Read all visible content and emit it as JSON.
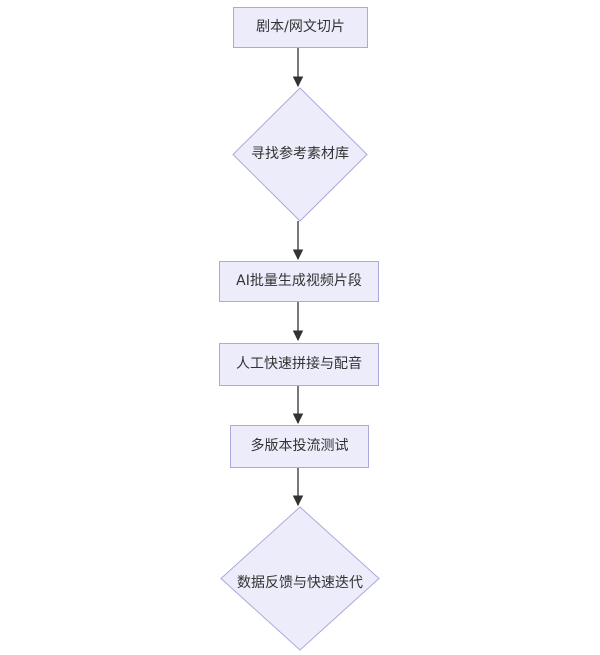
{
  "diagram": {
    "type": "flowchart",
    "direction": "top-down",
    "colors": {
      "node_fill": "#ececfb",
      "node_border": "#aaaadd",
      "text": "#333333",
      "arrow": "#4a4a4a",
      "background": "#ffffff"
    },
    "nodes": [
      {
        "id": "script-slicing",
        "shape": "rectangle",
        "label": "剧本/网文切片"
      },
      {
        "id": "find-reference-library",
        "shape": "diamond",
        "label": "寻找参考素材库"
      },
      {
        "id": "ai-generate-clips",
        "shape": "rectangle",
        "label": "AI批量生成视频片段"
      },
      {
        "id": "manual-splice-dub",
        "shape": "rectangle",
        "label": "人工快速拼接与配音"
      },
      {
        "id": "multi-version-test",
        "shape": "rectangle",
        "label": "多版本投流测试"
      },
      {
        "id": "data-feedback-iteration",
        "shape": "diamond",
        "label": "数据反馈与快速迭代"
      }
    ],
    "edges": [
      {
        "from": "script-slicing",
        "to": "find-reference-library"
      },
      {
        "from": "find-reference-library",
        "to": "ai-generate-clips"
      },
      {
        "from": "ai-generate-clips",
        "to": "manual-splice-dub"
      },
      {
        "from": "manual-splice-dub",
        "to": "multi-version-test"
      },
      {
        "from": "multi-version-test",
        "to": "data-feedback-iteration"
      }
    ]
  }
}
